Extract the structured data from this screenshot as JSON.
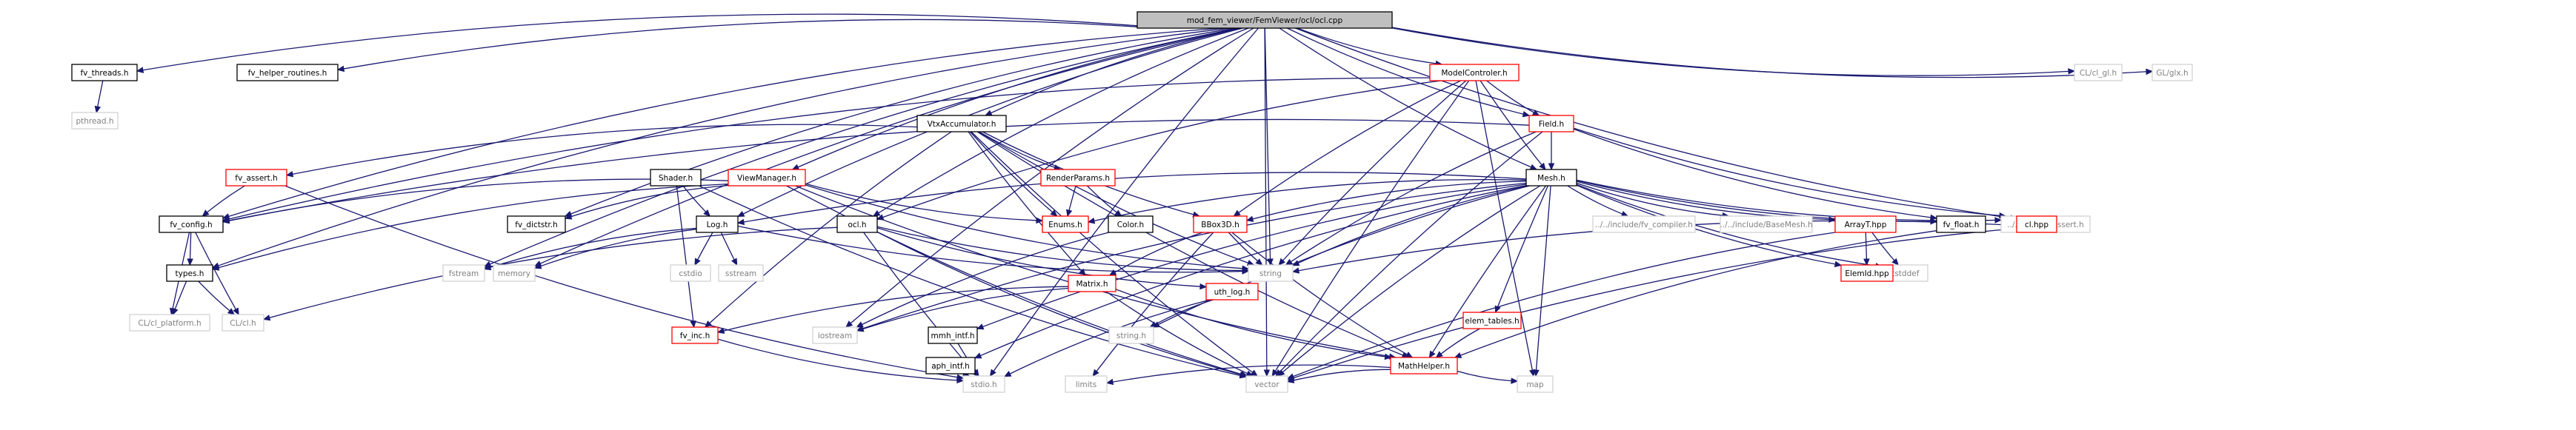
{
  "diagram": {
    "nodes": [
      {
        "id": "root",
        "label": "mod_fem_viewer/FemViewer/ocl/ocl.cpp",
        "style": "root"
      },
      {
        "id": "fv_threads",
        "label": "fv_threads.h",
        "style": "black"
      },
      {
        "id": "fv_helper",
        "label": "fv_helper_routines.h",
        "style": "black"
      },
      {
        "id": "pthread",
        "label": "pthread.h",
        "style": "gray"
      },
      {
        "id": "fv_assert",
        "label": "fv_assert.h",
        "style": "red"
      },
      {
        "id": "fv_config",
        "label": "fv_config.h",
        "style": "black"
      },
      {
        "id": "types",
        "label": "types.h",
        "style": "black"
      },
      {
        "id": "cl_platform",
        "label": "CL/cl_platform.h",
        "style": "gray"
      },
      {
        "id": "cl_h",
        "label": "CL/cl.h",
        "style": "gray"
      },
      {
        "id": "fv_dictstr",
        "label": "fv_dictstr.h",
        "style": "black"
      },
      {
        "id": "fstream",
        "label": "fstream",
        "style": "gray"
      },
      {
        "id": "memory",
        "label": "memory",
        "style": "gray"
      },
      {
        "id": "fv_inc",
        "label": "fv_inc.h",
        "style": "red"
      },
      {
        "id": "stdio",
        "label": "stdio.h",
        "style": "gray"
      },
      {
        "id": "limits",
        "label": "limits",
        "style": "gray"
      },
      {
        "id": "vector",
        "label": "vector",
        "style": "gray"
      },
      {
        "id": "map",
        "label": "map",
        "style": "gray"
      },
      {
        "id": "string",
        "label": "string",
        "style": "gray"
      },
      {
        "id": "string_h",
        "label": "string.h",
        "style": "gray"
      },
      {
        "id": "iostream",
        "label": "iostream",
        "style": "gray"
      },
      {
        "id": "cstdio",
        "label": "cstdio",
        "style": "gray"
      },
      {
        "id": "sstream",
        "label": "sstream",
        "style": "gray"
      },
      {
        "id": "cstddef",
        "label": "cstddef",
        "style": "gray"
      },
      {
        "id": "viewmanager",
        "label": "ViewManager.h",
        "style": "red"
      },
      {
        "id": "shader",
        "label": "Shader.h",
        "style": "black"
      },
      {
        "id": "log",
        "label": "Log.h",
        "style": "black"
      },
      {
        "id": "vtx",
        "label": "VtxAccumulator.h",
        "style": "black"
      },
      {
        "id": "renderparams",
        "label": "RenderParams.h",
        "style": "red"
      },
      {
        "id": "enums",
        "label": "Enums.h",
        "style": "red"
      },
      {
        "id": "color",
        "label": "Color.h",
        "style": "black"
      },
      {
        "id": "bbox",
        "label": "BBox3D.h",
        "style": "red"
      },
      {
        "id": "matrix",
        "label": "Matrix.h",
        "style": "red"
      },
      {
        "id": "ocl_h",
        "label": "ocl.h",
        "style": "black"
      },
      {
        "id": "modelctrl",
        "label": "ModelControler.h",
        "style": "red"
      },
      {
        "id": "field",
        "label": "Field.h",
        "style": "red"
      },
      {
        "id": "mesh",
        "label": "Mesh.h",
        "style": "black"
      },
      {
        "id": "uth_log",
        "label": "uth_log.h",
        "style": "red"
      },
      {
        "id": "mmh_intf",
        "label": "mmh_intf.h",
        "style": "black"
      },
      {
        "id": "aph_intf",
        "label": "aph_intf.h",
        "style": "black"
      },
      {
        "id": "mathhelper",
        "label": "MathHelper.h",
        "style": "red"
      },
      {
        "id": "include_fv_compiler",
        "label": "../../include/fv_compiler.h",
        "style": "gray"
      },
      {
        "id": "include_basemesh",
        "label": "../../include/BaseMesh.h",
        "style": "gray"
      },
      {
        "id": "elem_tables",
        "label": "elem_tables.h",
        "style": "red"
      },
      {
        "id": "arrayt",
        "label": "ArrayT.hpp",
        "style": "red"
      },
      {
        "id": "elemid",
        "label": "ElemId.hpp",
        "style": "red"
      },
      {
        "id": "fv_float",
        "label": "fv_float.h",
        "style": "black"
      },
      {
        "id": "utils_fv_assert",
        "label": "../../utils/fv_assert.h",
        "style": "gray"
      },
      {
        "id": "cl_hpp",
        "label": "cl.hpp",
        "style": "red"
      },
      {
        "id": "cl_gl",
        "label": "CL/cl_gl.h",
        "style": "gray"
      },
      {
        "id": "gl_glx",
        "label": "GL/glx.h",
        "style": "gray"
      }
    ],
    "edges": [
      [
        "root",
        "fv_threads"
      ],
      [
        "root",
        "fv_helper"
      ],
      [
        "root",
        "fv_config"
      ],
      [
        "root",
        "types"
      ],
      [
        "root",
        "fv_dictstr"
      ],
      [
        "root",
        "stdio"
      ],
      [
        "root",
        "fstream"
      ],
      [
        "root",
        "memory"
      ],
      [
        "root",
        "viewmanager"
      ],
      [
        "root",
        "log"
      ],
      [
        "root",
        "ocl_h"
      ],
      [
        "root",
        "vtx"
      ],
      [
        "root",
        "iostream"
      ],
      [
        "root",
        "string"
      ],
      [
        "root",
        "modelctrl"
      ],
      [
        "root",
        "field"
      ],
      [
        "root",
        "mesh"
      ],
      [
        "root",
        "cl_hpp"
      ],
      [
        "root",
        "cl_gl"
      ],
      [
        "root",
        "gl_glx"
      ],
      [
        "root",
        "vector"
      ],
      [
        "fv_threads",
        "pthread"
      ],
      [
        "fv_assert",
        "fv_config"
      ],
      [
        "fv_assert",
        "stdio"
      ],
      [
        "fv_config",
        "types"
      ],
      [
        "fv_config",
        "cl_platform"
      ],
      [
        "fv_config",
        "cl_h"
      ],
      [
        "types",
        "cl_platform"
      ],
      [
        "types",
        "cl_h"
      ],
      [
        "fv_inc",
        "stdio"
      ],
      [
        "viewmanager",
        "fv_config"
      ],
      [
        "viewmanager",
        "fv_dictstr"
      ],
      [
        "viewmanager",
        "types"
      ],
      [
        "viewmanager",
        "enums"
      ],
      [
        "viewmanager",
        "string"
      ],
      [
        "viewmanager",
        "vector"
      ],
      [
        "viewmanager",
        "mathhelper"
      ],
      [
        "shader",
        "log"
      ],
      [
        "shader",
        "fv_inc"
      ],
      [
        "shader",
        "vector"
      ],
      [
        "log",
        "fstream"
      ],
      [
        "log",
        "memory"
      ],
      [
        "log",
        "cstdio"
      ],
      [
        "log",
        "sstream"
      ],
      [
        "log",
        "string"
      ],
      [
        "vtx",
        "fv_assert"
      ],
      [
        "vtx",
        "fv_inc"
      ],
      [
        "vtx",
        "renderparams"
      ],
      [
        "vtx",
        "enums"
      ],
      [
        "vtx",
        "bbox"
      ],
      [
        "vtx",
        "matrix"
      ],
      [
        "vtx",
        "mathhelper"
      ],
      [
        "vtx",
        "string"
      ],
      [
        "vtx",
        "vector"
      ],
      [
        "renderparams",
        "enums"
      ],
      [
        "renderparams",
        "color"
      ],
      [
        "color",
        "iostream"
      ],
      [
        "bbox",
        "matrix"
      ],
      [
        "bbox",
        "mathhelper"
      ],
      [
        "bbox",
        "limits"
      ],
      [
        "bbox",
        "string"
      ],
      [
        "matrix",
        "fv_inc"
      ],
      [
        "matrix",
        "iostream"
      ],
      [
        "matrix",
        "mathhelper"
      ],
      [
        "matrix",
        "vector"
      ],
      [
        "ocl_h",
        "cl_h"
      ],
      [
        "ocl_h",
        "stdio"
      ],
      [
        "ocl_h",
        "string"
      ],
      [
        "ocl_h",
        "vector"
      ],
      [
        "ocl_h",
        "uth_log"
      ],
      [
        "modelctrl",
        "fv_config"
      ],
      [
        "modelctrl",
        "ocl_h"
      ],
      [
        "modelctrl",
        "field"
      ],
      [
        "modelctrl",
        "mesh"
      ],
      [
        "modelctrl",
        "bbox"
      ],
      [
        "modelctrl",
        "string"
      ],
      [
        "modelctrl",
        "vector"
      ],
      [
        "modelctrl",
        "map"
      ],
      [
        "field",
        "fv_config"
      ],
      [
        "field",
        "mesh"
      ],
      [
        "field",
        "string"
      ],
      [
        "field",
        "fv_float"
      ],
      [
        "field",
        "utils_fv_assert"
      ],
      [
        "field",
        "vector"
      ],
      [
        "mesh",
        "log"
      ],
      [
        "mesh",
        "enums"
      ],
      [
        "mesh",
        "bbox"
      ],
      [
        "mesh",
        "include_fv_compiler"
      ],
      [
        "mesh",
        "include_basemesh"
      ],
      [
        "mesh",
        "mmh_intf"
      ],
      [
        "mesh",
        "aph_intf"
      ],
      [
        "mesh",
        "elem_tables"
      ],
      [
        "mesh",
        "arrayt"
      ],
      [
        "mesh",
        "elemid"
      ],
      [
        "mesh",
        "fv_float"
      ],
      [
        "mesh",
        "utils_fv_assert"
      ],
      [
        "mesh",
        "cstddef"
      ],
      [
        "mesh",
        "string"
      ],
      [
        "mesh",
        "string_h"
      ],
      [
        "mesh",
        "mathhelper"
      ],
      [
        "mesh",
        "iostream"
      ],
      [
        "mesh",
        "map"
      ],
      [
        "mesh",
        "vector"
      ],
      [
        "uth_log",
        "stdio"
      ],
      [
        "uth_log",
        "string_h"
      ],
      [
        "mmh_intf",
        "stdio"
      ],
      [
        "aph_intf",
        "stdio"
      ],
      [
        "mathhelper",
        "limits"
      ],
      [
        "mathhelper",
        "vector"
      ],
      [
        "mathhelper",
        "map"
      ],
      [
        "elem_tables",
        "mathhelper"
      ],
      [
        "arrayt",
        "elemid"
      ],
      [
        "arrayt",
        "cstddef"
      ],
      [
        "arrayt",
        "vector"
      ],
      [
        "fv_float",
        "mathhelper"
      ],
      [
        "cl_hpp",
        "string"
      ],
      [
        "cl_hpp",
        "vector"
      ]
    ]
  }
}
